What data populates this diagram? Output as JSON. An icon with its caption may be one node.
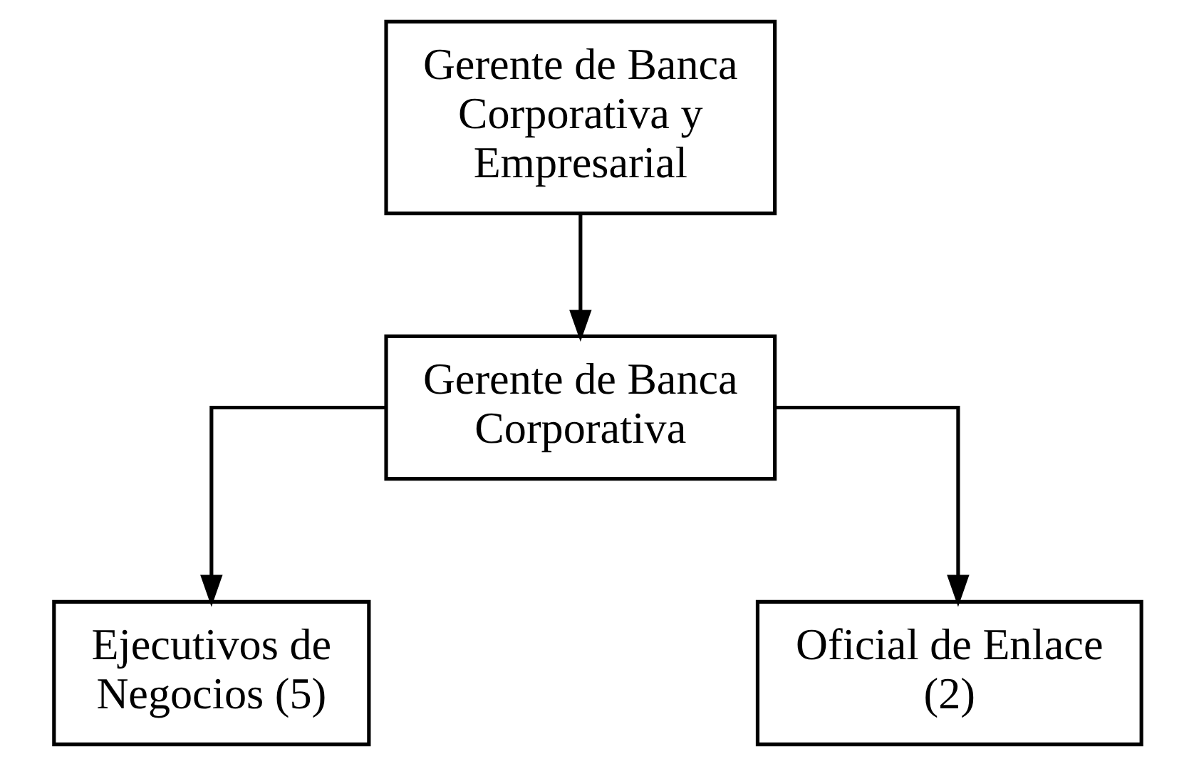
{
  "diagram": {
    "nodes": [
      {
        "text": [
          "Gerente de Banca Corporativa y Empresarial"
        ]
      },
      {
        "text": [
          "Gerente de Banca Corporativa"
        ]
      },
      {
        "text": [
          "Ejecutivos de Negocios (5)"
        ]
      },
      {
        "text": [
          "Oficial de Enlace (2)"
        ]
      }
    ],
    "edges": [
      {
        "from": 0,
        "to": 1,
        "arrow": "to"
      },
      {
        "from": 1,
        "to": 2,
        "arrow": "to"
      },
      {
        "from": 1,
        "to": 3,
        "arrow": "to"
      }
    ]
  }
}
